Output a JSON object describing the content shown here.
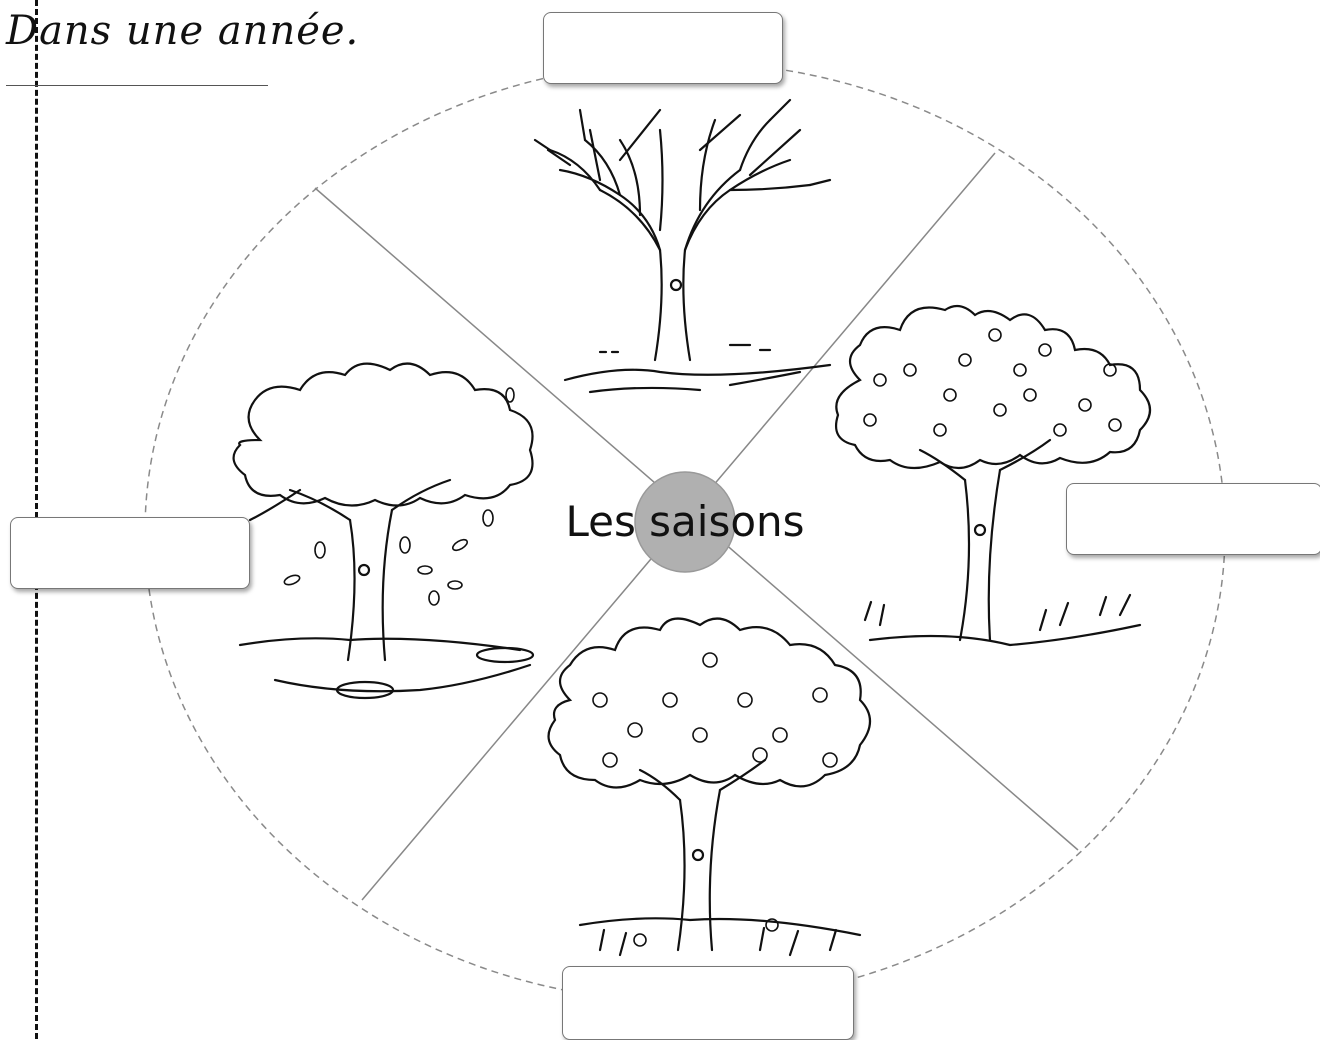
{
  "header": {
    "title": "Dans une année."
  },
  "diagram": {
    "center_label": "Les saisons",
    "center_color": "#b0b0b0",
    "trees": [
      {
        "name": "tree-bare-icon"
      },
      {
        "name": "tree-blossom-icon"
      },
      {
        "name": "tree-fruit-icon"
      },
      {
        "name": "tree-falling-leaves-icon"
      }
    ],
    "answer_boxes": [
      {
        "id": "top",
        "text": ""
      },
      {
        "id": "right",
        "text": ""
      },
      {
        "id": "bottom",
        "text": ""
      },
      {
        "id": "left",
        "text": ""
      }
    ]
  }
}
